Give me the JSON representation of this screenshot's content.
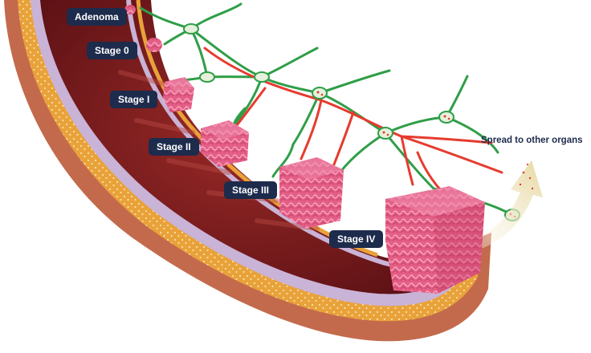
{
  "labels": {
    "adenoma": "Adenoma",
    "stage0": "Stage 0",
    "stage1": "Stage I",
    "stage2": "Stage II",
    "stage3": "Stage III",
    "stage4": "Stage IV",
    "spread": "Spread to other organs"
  },
  "colors": {
    "label_bg": "#1d2b4c",
    "label_text": "#ffffff",
    "lumen": "#7a1a1e",
    "wall_outer": "#c46a4c",
    "fat_layer": "#e9a23a",
    "mucosa": "#c9b3d6",
    "tumor": "#e0557e",
    "artery": "#e63b2e",
    "lymph": "#2f9e48",
    "arrow": "#ecdfad"
  },
  "icons": [
    "tumor-adenoma",
    "tumor-stage-0",
    "tumor-stage-1",
    "tumor-stage-2",
    "tumor-stage-3",
    "tumor-stage-4",
    "lymph-node",
    "spread-arrow"
  ]
}
